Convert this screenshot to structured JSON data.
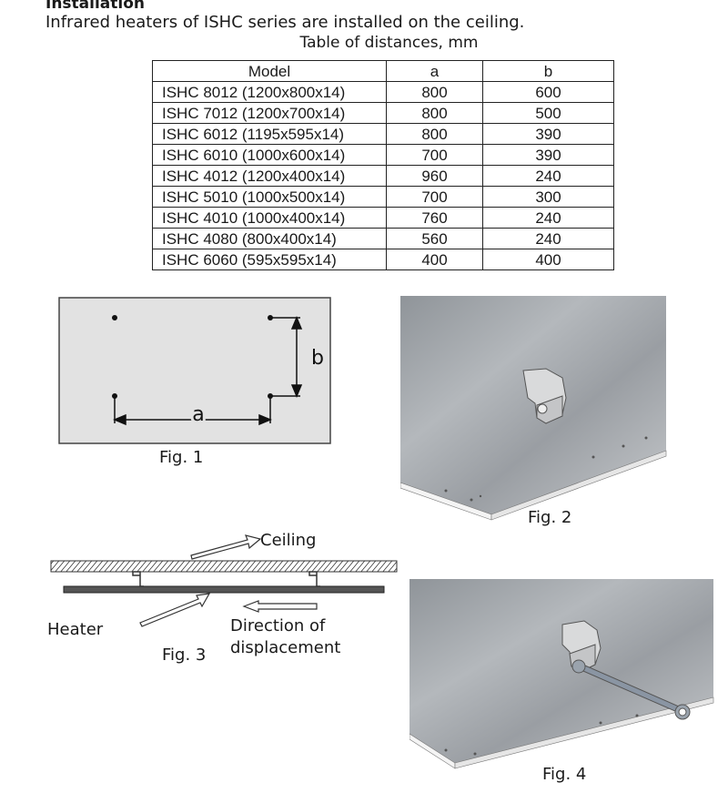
{
  "heading": "Installation",
  "intro": "Infrared heaters of ISHC series are installed on the ceiling.",
  "table": {
    "caption": "Table of distances, mm",
    "headers": [
      "Model",
      "a",
      "b"
    ],
    "rows": [
      [
        "ISHC 8012 (1200x800x14)",
        "800",
        "600"
      ],
      [
        "ISHC 7012 (1200x700x14)",
        "800",
        "500"
      ],
      [
        "ISHC 6012 (1195x595x14)",
        "800",
        "390"
      ],
      [
        "ISHC 6010 (1000x600x14)",
        "700",
        "390"
      ],
      [
        "ISHC 4012 (1200x400x14)",
        "960",
        "240"
      ],
      [
        "ISHC 5010 (1000x500x14)",
        "700",
        "300"
      ],
      [
        "ISHC 4010 (1000x400x14)",
        "760",
        "240"
      ],
      [
        "ISHC 4080 (800x400x14)",
        "560",
        "240"
      ],
      [
        "ISHC 6060 (595x595x14)",
        "400",
        "400"
      ]
    ]
  },
  "fig1": {
    "caption": "Fig. 1",
    "label_a": "a",
    "label_b": "b"
  },
  "fig2": {
    "caption": "Fig. 2"
  },
  "fig3": {
    "caption": "Fig. 3",
    "ceiling": "Ceiling",
    "heater": "Heater",
    "direction_line1": "Direction of",
    "direction_line2": "displacement"
  },
  "fig4": {
    "caption": "Fig. 4"
  }
}
